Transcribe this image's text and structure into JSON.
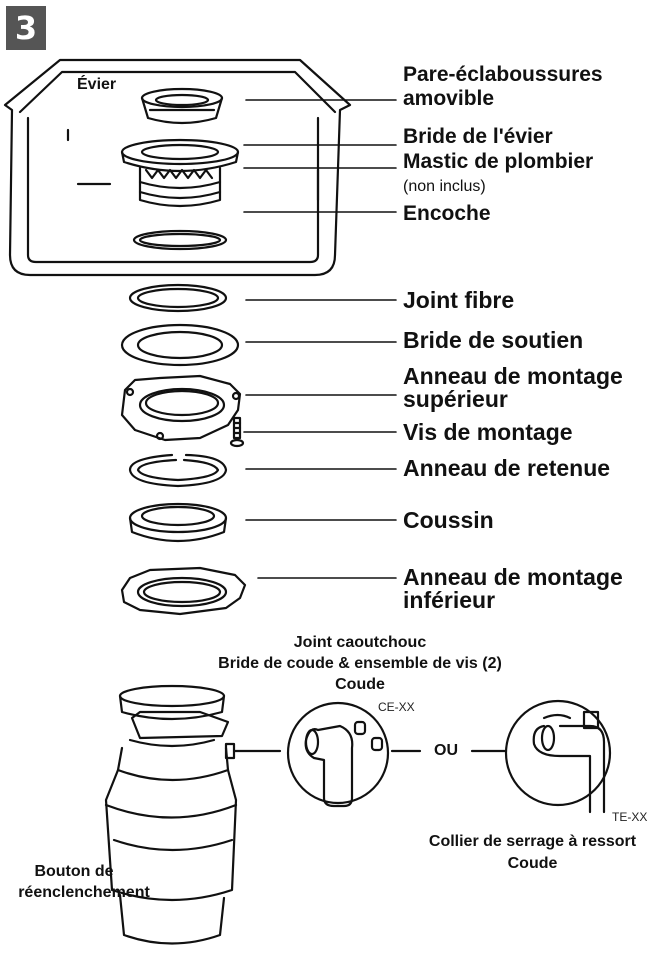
{
  "step": "3",
  "sink_label": "Évier",
  "labels": {
    "splash_guard": [
      "Pare-éclaboussures",
      "amovible"
    ],
    "sink_flange": "Bride de l'évier",
    "plumbers_putty": "Mastic de plombier",
    "not_included": "(non inclus)",
    "notch": "Encoche",
    "fiber_gasket": "Joint fibre",
    "backup_flange": "Bride de soutien",
    "upper_mount_ring": [
      "Anneau de montage",
      "supérieur"
    ],
    "mount_screws": "Vis de montage",
    "snap_ring": "Anneau de retenue",
    "cushion": "Coussin",
    "lower_mount_ring": [
      "Anneau de montage",
      "inférieur"
    ],
    "rubber_gasket": "Joint caoutchouc",
    "elbow_flange_screws": "Bride de coude & ensemble de vis (2)",
    "elbow_top": "Coude",
    "or": "OU",
    "spring_clamp": "Collier de serrage à ressort",
    "elbow_bottom": "Coude",
    "reset_button": [
      "Bouton de",
      "réenclenchement"
    ]
  },
  "codes": {
    "ce": "CE-XX",
    "te": "TE-XX"
  }
}
